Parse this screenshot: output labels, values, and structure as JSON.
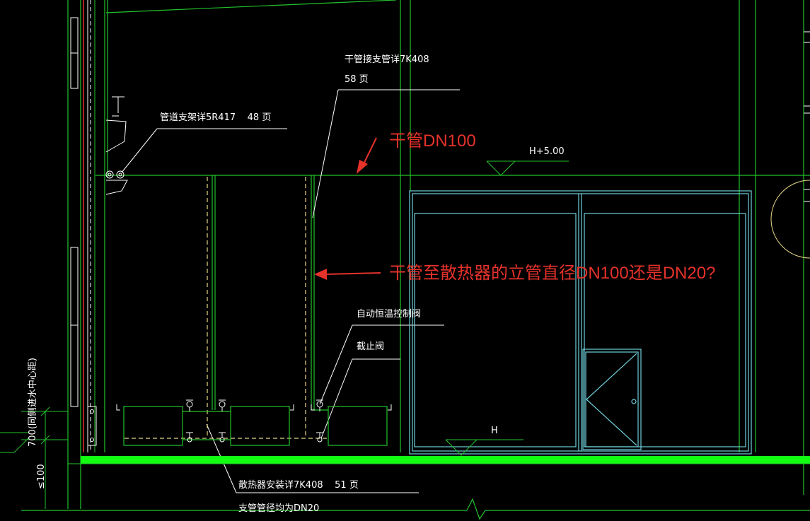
{
  "colors": {
    "background": "#000000",
    "green": "#22c32b",
    "bright_green": "#12ff12",
    "white": "#ffffff",
    "cyan": "#6fd0dc",
    "yellow": "#e8d68a",
    "red": "#e5322b"
  },
  "labels": {
    "pipe_support_note": "管道支架详5R417    48 页",
    "branch_detail_line1": "干管接支管详7K408",
    "branch_detail_line2": "58 页",
    "elevation_top": "H+5.00",
    "elevation_floor": "H",
    "thermostatic_valve": "自动恒温控制阀",
    "stop_valve": "截止阀",
    "radiator_install_note": "散热器安装详7K408    51 页",
    "branch_diameter_note": "支管管径均为DN20",
    "dim_700": "700(同侧进水中心距)",
    "dim_100": "≤100"
  },
  "annotations": {
    "main_pipe": "干管DN100",
    "question": "干管至散热器的立管直径DN100还是DN20?"
  }
}
